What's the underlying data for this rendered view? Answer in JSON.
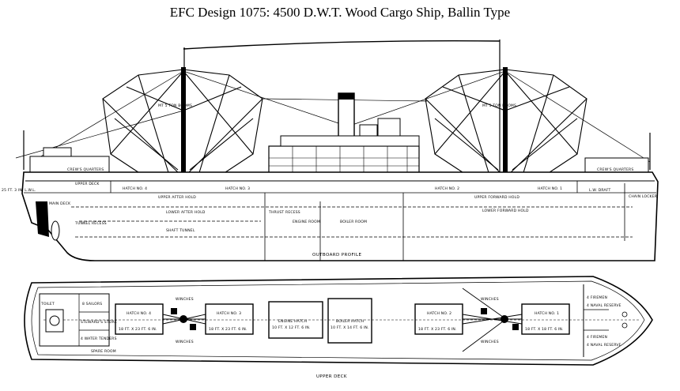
{
  "title": "EFC Design 1075:  4500 D.W.T. Wood Cargo Ship, Ballin Type",
  "profile": {
    "caption": "OUTBOARD PROFILE",
    "labels": {
      "crews_quarters_aft": "CREW'S QUARTERS",
      "crews_quarters_fwd": "CREW'S QUARTERS",
      "upper_deck": "UPPER DECK",
      "upper_after_hold": "UPPER AFTER HOLD",
      "lower_after_hold": "LOWER AFTER HOLD",
      "upper_forward_hold": "UPPER FORWARD HOLD",
      "lower_forward_hold": "LOWER FORWARD HOLD",
      "hatch_4": "HATCH NO. 4",
      "hatch_3": "HATCH NO. 3",
      "hatch_2": "HATCH NO. 2",
      "hatch_1": "HATCH NO. 1",
      "main_deck": "MAIN DECK",
      "tunnel_recess": "TUNNEL RECESS",
      "shaft_tunnel": "SHAFT TUNNEL",
      "thrust_recess": "THRUST RECESS",
      "engine_room": "ENGINE ROOM",
      "boiler_room": "BOILER ROOM",
      "chain_locker": "CHAIN LOCKER",
      "booms_aft": "MT 5 TON BOOMS",
      "booms_fwd": "MT 5 TON BOOMS",
      "waterline_aft": "25 FT. 3 IN. L.W.L.",
      "waterline_fwd": "L.W. DRAFT"
    }
  },
  "deck": {
    "caption": "UPPER DECK",
    "labels": {
      "toilet": "TOILET",
      "sailors": "8 SAILORS",
      "stewards_store": "STEWARD'S STORE",
      "water_tenders": "4 WATER TENDERS",
      "spare_room": "SPARE ROOM",
      "hatch_4": "HATCH NO. 4",
      "hatch_4_dim": "18 FT. X 23 FT. 6 IN.",
      "hatch_3": "HATCH NO. 3",
      "hatch_3_dim": "18 FT. X 23 FT. 6 IN.",
      "engine_hatch": "ENGINE HATCH",
      "engine_hatch_dim": "10 FT. X 12 FT. 6 IN.",
      "boiler_hatch": "BOILER HATCH",
      "boiler_hatch_dim": "10 FT. X 14 FT. 6 IN.",
      "hatch_2": "HATCH NO. 2",
      "hatch_2_dim": "18 FT. X 23 FT. 6 IN.",
      "hatch_1": "HATCH NO. 1",
      "hatch_1_dim": "18 FT. X 18 FT. 6 IN.",
      "winches_aft_top": "WINCHES",
      "winches_aft_bottom": "WINCHES",
      "winches_fwd_top": "WINCHES",
      "winches_fwd_bottom": "WINCHES",
      "firemen_top": "4 FIREMEN",
      "naval_reserve": "4 NAVAL RESERVE",
      "firemen_bottom": "4 FIREMEN",
      "naval_reserve_bottom": "4 NAVAL RESERVE"
    }
  }
}
